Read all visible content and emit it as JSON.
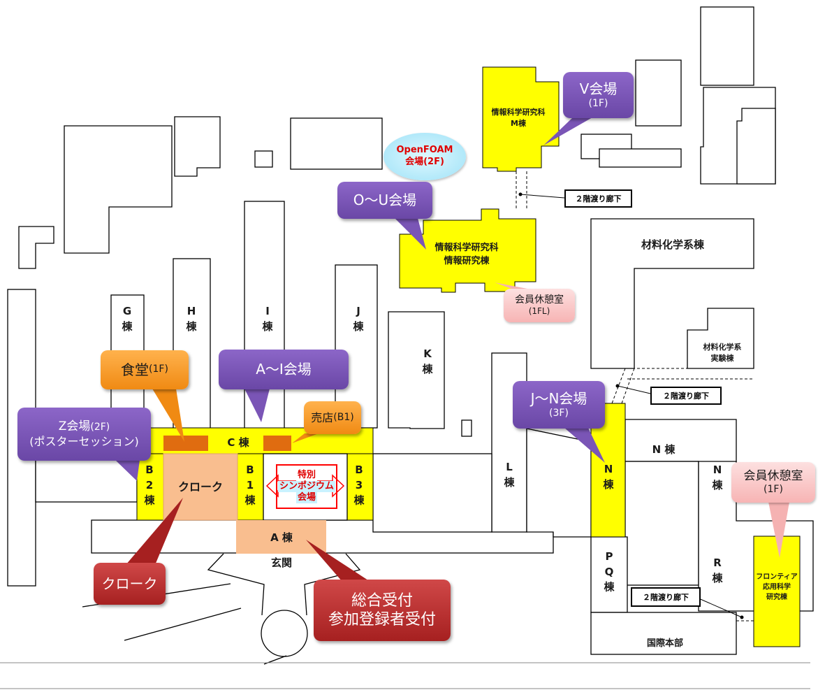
{
  "buildings": {
    "g": "G\n棟",
    "h": "H\n棟",
    "i": "I\n棟",
    "j": "J\n棟",
    "k": "K\n棟",
    "l": "L\n棟",
    "c": "C 棟",
    "b1": "B\n1\n棟",
    "b2": "B\n2\n棟",
    "b3": "B\n3\n棟",
    "a": "A 棟",
    "entrance": "玄関",
    "cloak_room": "クローク",
    "n_west": "N\n棟",
    "n_center": "N 棟",
    "n_east": "N\n棟",
    "pq": "P\nQ\n棟",
    "r": "R\n棟",
    "kokusai": "国際本部",
    "zairyo": "材料化学系棟",
    "zairyo_jikken": "材料化学系\n実験棟",
    "johokagaku": "情報科学研究科\n情報研究棟",
    "johokagaku_m": "情報科学研究科\nM棟",
    "frontier": "フロンティア\n応用科学\n研究棟"
  },
  "callouts": {
    "v_venue": {
      "title": "V会場",
      "sub": "(1F)"
    },
    "ou_venue": {
      "title": "O～U会場"
    },
    "openfoam": {
      "line1": "OpenFOAM",
      "line2": "会場(2F)"
    },
    "lounge_top": {
      "title": "会員休憩室",
      "sub": "(1FL)"
    },
    "ai_venue": {
      "title": "A～I会場"
    },
    "cafeteria": {
      "title": "食堂",
      "sub": "(1F)"
    },
    "z_venue": {
      "title": "Z会場",
      "title_suffix": "(2F)",
      "sub": "(ポスターセッション)"
    },
    "shop": {
      "title": "売店",
      "sub": "(B1)"
    },
    "jn_venue": {
      "title": "J～N会場",
      "sub": "(3F)"
    },
    "lounge_right": {
      "title": "会員休憩室",
      "sub": "(1F)"
    },
    "cloak": {
      "title": "クローク"
    },
    "reception": {
      "line1": "総合受付",
      "line2": "参加登録者受付"
    },
    "symposium": {
      "line1": "特別",
      "line2": "シンポジウム",
      "line3": "会場"
    }
  },
  "corridors": {
    "top": "２階渡り廊下",
    "middle": "２階渡り廊下",
    "bottom": "２階渡り廊下"
  },
  "colors": {
    "highlight_yellow": "#ffff00",
    "cloak_salmon": "#f9be8f",
    "shop_dark_orange": "#e06c10",
    "purple": "#7a55b6",
    "orange": "#f59a22",
    "red": "#b52a2a",
    "pink": "#f9c8c8"
  }
}
